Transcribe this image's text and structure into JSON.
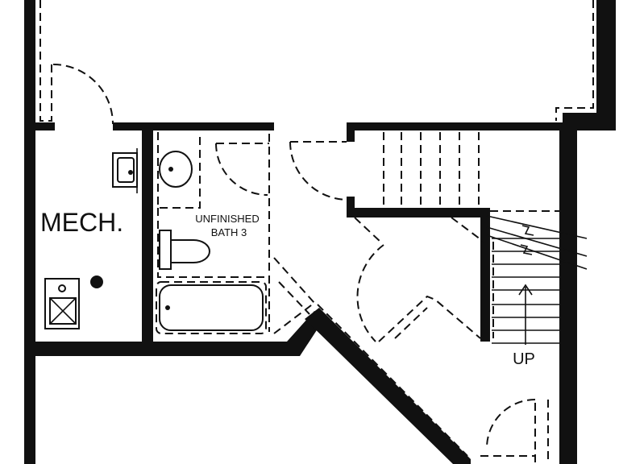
{
  "rooms": {
    "mech": "MECH.",
    "bath_line1": "UNFINISHED",
    "bath_line2": "BATH 3"
  },
  "stairs": {
    "direction": "UP"
  },
  "icons": [
    "water-heater-icon",
    "furnace-icon",
    "laundry-sink-icon",
    "toilet-icon",
    "bathtub-icon",
    "lavatory-sink-icon",
    "floor-drain-icon"
  ],
  "colors": {
    "wall": "#111111",
    "background": "#ffffff"
  }
}
